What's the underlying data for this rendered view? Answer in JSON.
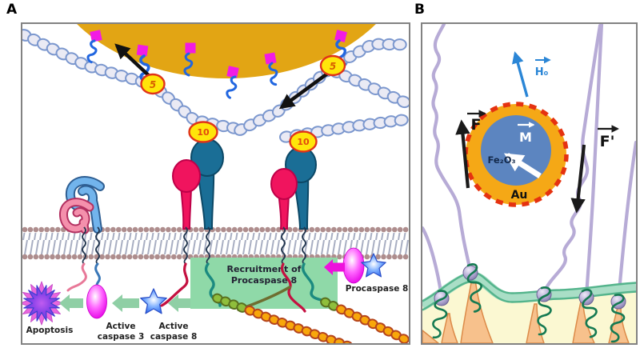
{
  "figure": {
    "panel_a_label": "A",
    "panel_b_label": "B"
  },
  "panelA": {
    "badge_5": "5",
    "badge_10": "10",
    "recruitment_line1": "Recruitment of",
    "recruitment_line2": "Procaspase 8",
    "procaspase8_label": "Procaspase 8",
    "active_caspase8_line1": "Active",
    "active_caspase8_line2": "caspase 8",
    "active_caspase3_line1": "Active",
    "active_caspase3_line2": "caspase 3",
    "apoptosis_label": "Apoptosis"
  },
  "panelB": {
    "field_label": "H₀",
    "force_label": "F",
    "force_prime_label": "F'",
    "magnetization_label": "M",
    "core_label": "Fe₂O₃",
    "shell_label": "Au"
  },
  "colors": {
    "gold_particle": "#E2A514",
    "bead_fill": "#EAEAF4",
    "bead_stroke": "#7B97CE",
    "ligand_square": "#F21BE4",
    "ligand_tail": "#2166E0",
    "badge_fill": "#FFE60A",
    "badge_stroke": "#E03318",
    "badge_text_5": "#D86000",
    "badge_text_10": "#E24A0E",
    "membrane_head": "#AE8D8D",
    "receptor_teal": "#1A6E96",
    "receptor_pink": "#F0145E",
    "green_box": "#8FD9A8",
    "green_arrow": "#8FCFA5",
    "magenta": "#EE10DC",
    "star_blue": "#1E5AE8",
    "burst_purple": "#7A3AE0",
    "burst_spikes": "#E966DE",
    "orange_bead": "#F8A70B",
    "orange_bead_stroke": "#B5441C",
    "green_bead": "#8FBE3C",
    "green_bead_stroke": "#59701F",
    "strand_lavender": "#B7ABD6",
    "core_blue": "#5C85C0",
    "shell_orange": "#F5A816",
    "dash_red": "#E53210",
    "field_blue": "#2B86D6",
    "membrane_green": "#54B48C",
    "surface_yellow": "#FBF8D2",
    "cone_orange": "#F7C18C",
    "helix_green": "#157A52",
    "label_dark": "#222222"
  }
}
